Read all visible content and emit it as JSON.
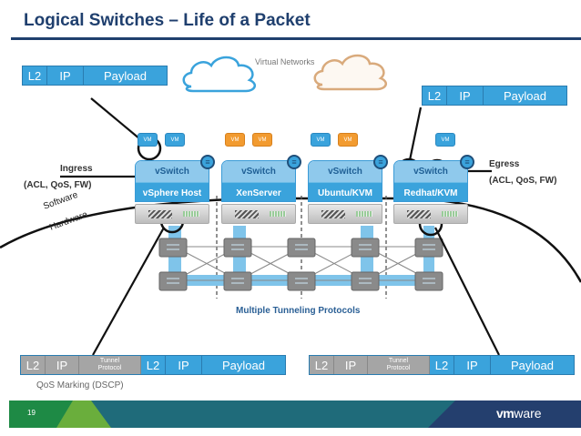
{
  "slide": {
    "title": "Logical Switches – Life of a Packet",
    "page_number": "19",
    "logo": {
      "bold": "vm",
      "light": "ware"
    }
  },
  "clouds": {
    "label": "Virtual Networks",
    "colors": [
      "#3aa3dc",
      "#e0b48a"
    ]
  },
  "packet_top_left": {
    "segments": [
      "L2",
      "IP",
      "Payload"
    ]
  },
  "packet_top_right": {
    "segments": [
      "L2",
      "IP",
      "Payload"
    ]
  },
  "hosts": [
    {
      "switch_label": "vSwitch",
      "os_label": "vSphere Host",
      "vms": [
        {
          "label": "VM",
          "color": "blue"
        },
        {
          "label": "VM",
          "color": "blue"
        }
      ]
    },
    {
      "switch_label": "vSwitch",
      "os_label": "XenServer",
      "vms": [
        {
          "label": "VM",
          "color": "orange"
        },
        {
          "label": "VM",
          "color": "orange"
        }
      ]
    },
    {
      "switch_label": "vSwitch",
      "os_label": "Ubuntu/KVM",
      "vms": [
        {
          "label": "VM",
          "color": "blue"
        },
        {
          "label": "VM",
          "color": "orange"
        }
      ]
    },
    {
      "switch_label": "vSwitch",
      "os_label": "Redhat/KVM",
      "vms": [
        {
          "label": "VM",
          "color": "blue"
        }
      ]
    }
  ],
  "annotations": {
    "ingress": "Ingress",
    "ingress_detail": "(ACL, QoS, FW)",
    "egress": "Egress",
    "egress_detail": "(ACL, QoS, FW)",
    "software": "Software",
    "hardware": "Hardware",
    "tunneling": "Multiple Tunneling Protocols",
    "qos_marking": "QoS Marking (DSCP)"
  },
  "packet_bottom_left": {
    "outer": [
      "L2",
      "IP"
    ],
    "tunnel": [
      "Tunnel",
      "Protocol"
    ],
    "inner": [
      "L2",
      "IP",
      "Payload"
    ]
  },
  "packet_bottom_right": {
    "outer": [
      "L2",
      "IP"
    ],
    "tunnel": [
      "Tunnel",
      "Protocol"
    ],
    "inner": [
      "L2",
      "IP",
      "Payload"
    ]
  },
  "colors": {
    "title": "#1f3f6e",
    "packet_blue": "#3aa3dc",
    "packet_gray": "#a5a5a5",
    "vm_blue": "#3aa3dc",
    "vm_orange": "#f29b30",
    "footer_green": "#1e8a45",
    "footer_teal": "#1f6b7a",
    "footer_navy": "#243f6e"
  }
}
